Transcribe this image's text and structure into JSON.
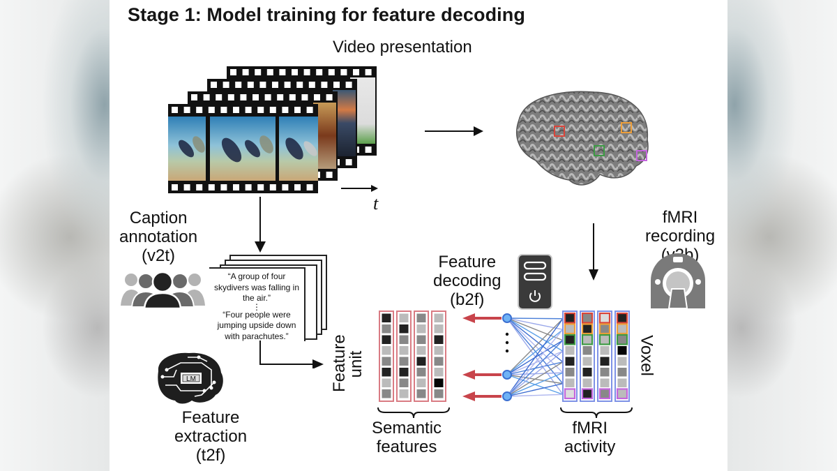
{
  "title": "Stage 1: Model training for feature decoding",
  "video": {
    "label": "Video presentation",
    "time_axis_label": "t"
  },
  "caption": {
    "label_lines": [
      "Caption",
      "annotation",
      "(v2t)"
    ],
    "icon": "people-group-icon",
    "card_text": {
      "first": [
        "“A group of four",
        "skydivers was falling in",
        "the air.”"
      ],
      "ellipsis": "⋮",
      "second": [
        "“Four people were",
        "jumping upside down",
        "with parachutes.”"
      ]
    }
  },
  "feature_extraction": {
    "label_lines": [
      "Feature",
      "extraction",
      "(t2f)"
    ],
    "icon": "circuit-brain-icon",
    "chip_label": "LM"
  },
  "fmri_recording": {
    "label_lines": [
      "fMRI",
      "recording",
      "(v2b)"
    ],
    "icon": "mri-scanner-icon"
  },
  "feature_decoding": {
    "label_lines": [
      "Feature",
      "decoding",
      "(b2f)"
    ],
    "icon": "server-power-icon"
  },
  "semantic_features": {
    "axis_label_lines": [
      "Feature",
      "unit"
    ],
    "label_lines": [
      "Semantic",
      "features"
    ],
    "frame_color": "#d97b83",
    "columns": [
      [
        "#222222",
        "#888888",
        "#222222",
        "#bbbbbb",
        "#888888",
        "#222222",
        "#bbbbbb",
        "#888888"
      ],
      [
        "#bbbbbb",
        "#222222",
        "#888888",
        "#bbbbbb",
        "#888888",
        "#222222",
        "#888888",
        "#bbbbbb"
      ],
      [
        "#888888",
        "#bbbbbb",
        "#888888",
        "#bbbbbb",
        "#222222",
        "#888888",
        "#bbbbbb",
        "#888888"
      ],
      [
        "#bbbbbb",
        "#bbbbbb",
        "#222222",
        "#bbbbbb",
        "#888888",
        "#bbbbbb",
        "#050505",
        "#888888"
      ]
    ]
  },
  "fmri_activity": {
    "axis_label": "Voxel",
    "label_lines": [
      "fMRI",
      "activity"
    ],
    "frame_color": "#7e92e6",
    "voxel_colors": [
      "#d9453a",
      "#ee9f3a",
      "#3d9a44",
      null,
      null,
      null,
      null,
      "#c466dd"
    ],
    "columns": [
      [
        "#222222",
        "#bbbbbb",
        "#222222",
        "#bbbbbb",
        "#222222",
        "#888888",
        "#bbbbbb",
        "#dddddd"
      ],
      [
        "#888888",
        "#222222",
        "#bbbbbb",
        "#888888",
        "#bbbbbb",
        "#222222",
        "#bbbbbb",
        "#222222"
      ],
      [
        "#dddddd",
        "#888888",
        "#bbbbbb",
        "#bbbbbb",
        "#222222",
        "#888888",
        "#bbbbbb",
        "#888888"
      ],
      [
        "#222222",
        "#bbbbbb",
        "#888888",
        "#050505",
        "#bbbbbb",
        "#888888",
        "#bbbbbb",
        "#bbbbbb"
      ]
    ]
  },
  "brain_roi_colors": [
    "#d9453a",
    "#ee9f3a",
    "#3d9a44",
    "#c466dd"
  ],
  "network": {
    "hidden_ellipsis": "⋮",
    "node_color": "#6fb2f5",
    "node_stroke": "#3b6fd1",
    "arrow_color": "#c8444b"
  }
}
